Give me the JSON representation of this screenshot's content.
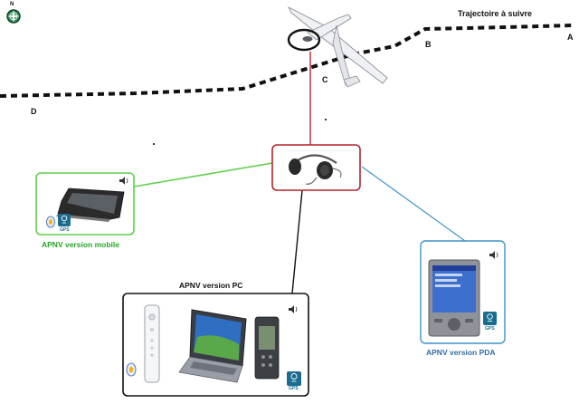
{
  "compass": {
    "north_letter": "N",
    "icon": "compass-icon"
  },
  "trajectory": {
    "title": "Trajectoire à suivre",
    "points": {
      "a": "A",
      "b": "B",
      "c": "C",
      "d": "D"
    }
  },
  "devices": {
    "mobile": {
      "caption": "APNV version mobile",
      "icons": [
        "speaker-icon",
        "gps-icon",
        "wiimote-icon"
      ]
    },
    "pc": {
      "caption": "APNV version PC",
      "icons": [
        "speaker-icon",
        "gps-icon",
        "wiimote-icon"
      ]
    },
    "pda": {
      "caption": "APNV version PDA",
      "icons": [
        "speaker-icon",
        "gps-icon"
      ]
    }
  },
  "badges": {
    "gps": "GPS"
  },
  "colors": {
    "hub_border": "#b5232b",
    "mobile": "#5fd14b",
    "pc": "#111111",
    "pda": "#3f93c9",
    "pda_caption": "#2f6fa8",
    "mobile_caption": "#2aa32a",
    "trajectory": "#111111"
  }
}
